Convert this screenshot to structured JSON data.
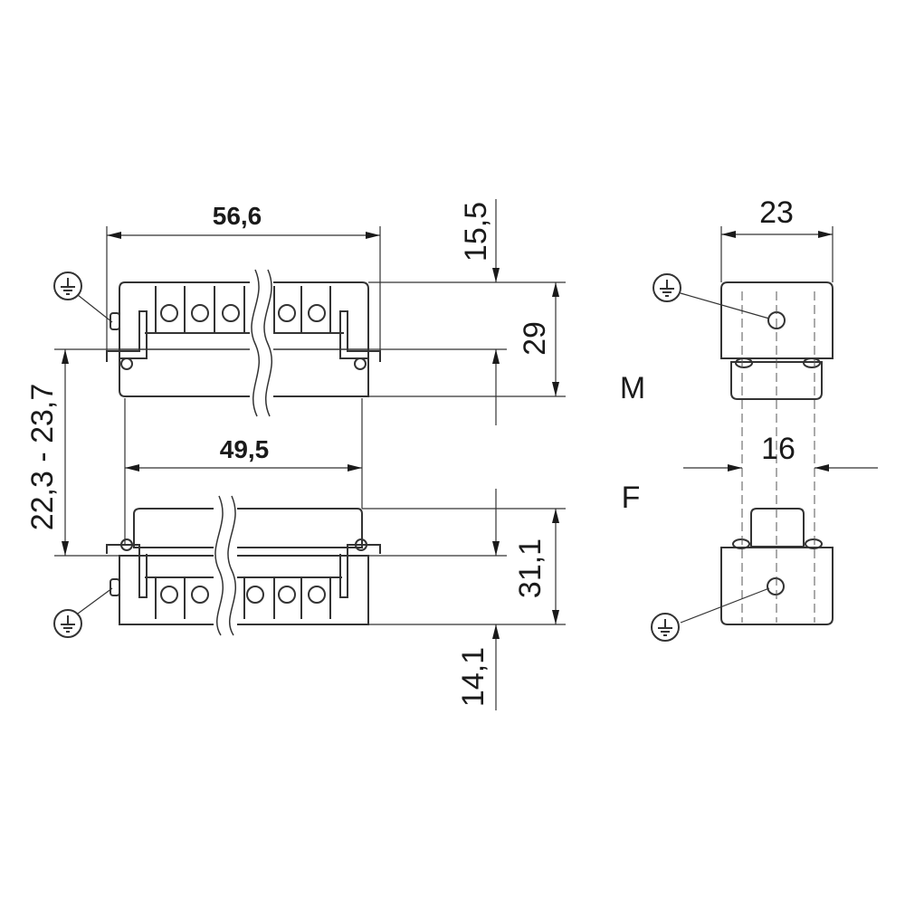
{
  "dimensions": {
    "male_width": "56,6",
    "male_top_offset": "15,5",
    "male_height": "29",
    "female_width": "49,5",
    "mated_range": "22,3 - 23,7",
    "female_height": "31,1",
    "female_bottom_offset": "14,1",
    "side_width": "23",
    "side_inner_width": "16"
  },
  "labels": {
    "male": "M",
    "female": "F"
  },
  "icons": [
    "ground-symbol-icon"
  ]
}
